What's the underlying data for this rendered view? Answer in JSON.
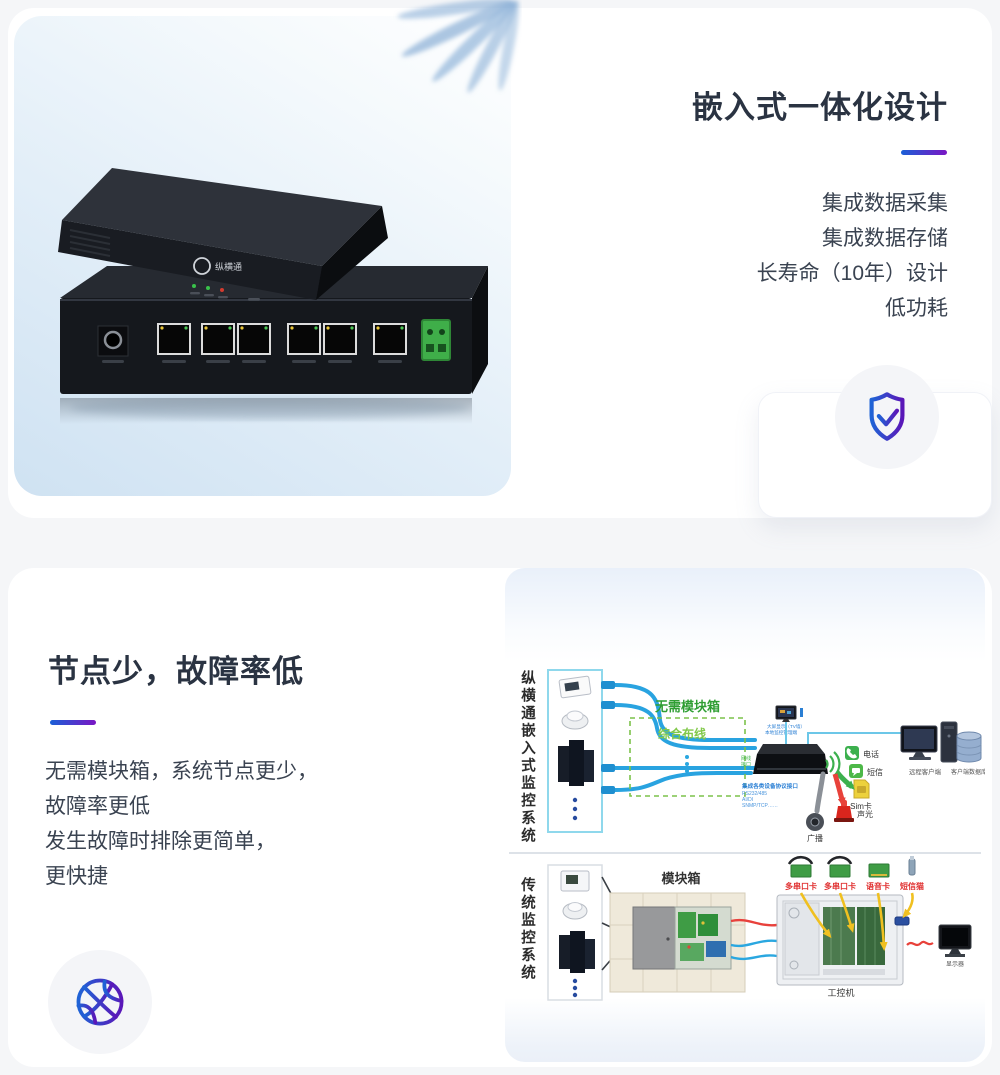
{
  "page": {
    "bg": "#f5f6f8",
    "accent_start": "#1a5fd6",
    "accent_end": "#7a16c4"
  },
  "product": {
    "brand": "纵横通"
  },
  "feature_embedded": {
    "title": "嵌入式一体化设计",
    "icon": "shield-check-icon",
    "lines": [
      "集成数据采集",
      "集成数据存储",
      "长寿命（10年）设计",
      "低功耗"
    ]
  },
  "feature_nodes": {
    "title": "节点少，故障率低",
    "icon": "basketball-icon",
    "lines": [
      "无需模块箱，系统节点更少，",
      "故障率更低",
      "发生故障时排除更简单，",
      "更快捷"
    ]
  },
  "diagram_embedded": {
    "system_label": "纵横通嵌入式监控系统",
    "no_module_box": "无需模块箱",
    "cabling": "综合布线",
    "note_line1": "网线",
    "note_line2": "接口",
    "protocol_title": "集成各类设备协议接口",
    "protocol_1": "RS232/485",
    "protocol_2": "AI/DI",
    "protocol_3": "SNMP/TCP……",
    "display_note_1": "大屏显示（TV墙）",
    "display_note_2": "本地监控管理端",
    "phone": "电话",
    "sms": "短信",
    "sim": "Sim卡",
    "alarm": "声光",
    "broadcast": "广播",
    "client": "远程客户端",
    "database": "客户端数据库"
  },
  "diagram_traditional": {
    "system_label": "传统监控系统",
    "module_box": "模块箱",
    "card_1": "多串口卡",
    "card_2": "多串口卡",
    "card_3": "语音卡",
    "card_4": "短信猫",
    "ipc": "工控机",
    "monitor": "显示器"
  }
}
